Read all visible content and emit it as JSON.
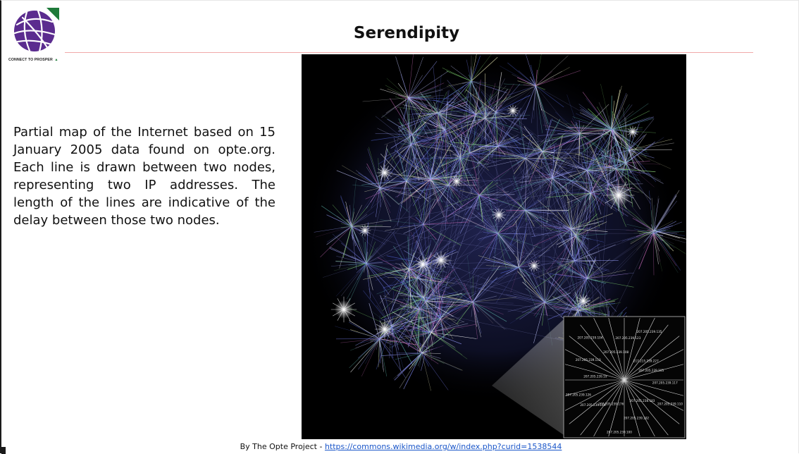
{
  "logo": {
    "icon": "globe-network-icon",
    "tagline": "CONNECT TO PROSPER",
    "tagline_symbol": "▲",
    "colors": {
      "globe": "#5b2c8f",
      "accent": "#1f7a3a"
    }
  },
  "slide": {
    "title": "Serendipity",
    "description": "Partial map of the Internet based on 15 January 2005 data found on opte.org. Each line is drawn between two nodes, representing two IP addresses. The length of the lines are indicative of the delay between those two nodes."
  },
  "image": {
    "icon": "internet-map-image",
    "inset_labels": [
      "207.205.239.105",
      "207.205.239.117",
      "207.205.239.110",
      "207.205.238.183",
      "207.205.239.102",
      "207.205.239.100",
      "207.205.239.176",
      "207.205.239.116",
      "207.205.239.126",
      "207.205.239.19",
      "207.205.239.113",
      "207.205.239.104",
      "207.205.239.108",
      "207.205.239.123",
      "207.205.239.135",
      "217.215.239.227"
    ]
  },
  "credit": {
    "prefix": "By The Opte Project - ",
    "link_text": "https://commons.wikimedia.org/w/index.php?curid=1538544",
    "link_color": "#1a56c9"
  }
}
